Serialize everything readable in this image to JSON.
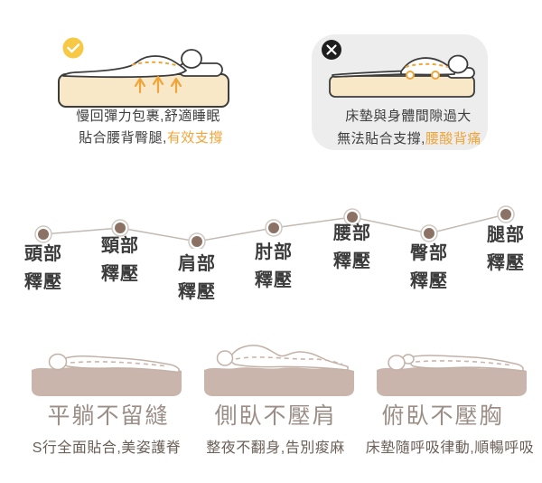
{
  "comparison": {
    "good": {
      "icon": "check-icon",
      "line1": "慢回彈力包裹,舒適睡眠",
      "line2_prefix": "貼合腰背臀腿,",
      "line2_highlight": "有效支撐"
    },
    "bad": {
      "icon": "cross-icon",
      "line1": "床墊與身體間隙過大",
      "line2_prefix": "無法貼合支撐,",
      "line2_highlight": "腰酸背痛"
    }
  },
  "pressure_points": [
    {
      "part": "頭部",
      "action": "釋壓"
    },
    {
      "part": "頸部",
      "action": "釋壓"
    },
    {
      "part": "肩部",
      "action": "釋壓"
    },
    {
      "part": "肘部",
      "action": "釋壓"
    },
    {
      "part": "腰部",
      "action": "釋壓"
    },
    {
      "part": "臀部",
      "action": "釋壓"
    },
    {
      "part": "腿部",
      "action": "釋壓"
    }
  ],
  "sleep_positions": [
    {
      "title": "平躺不留縫",
      "subtitle": "S行全面貼合,美姿護脊"
    },
    {
      "title": "側臥不壓肩",
      "subtitle": "整夜不翻身,告別痠麻"
    },
    {
      "title": "俯臥不壓胸",
      "subtitle": "床墊隨呼吸律動,順暢呼吸"
    }
  ],
  "colors": {
    "accent_orange": "#f0a53a",
    "check_yellow": "#f6c843",
    "cross_black": "#1e1e1e",
    "mattress_cream": "#f8e8c8",
    "mattress_taupe": "#c9b5ab",
    "dot_brown": "#8b7265",
    "line_gray": "#c2bab3",
    "title_gray": "#9b8e86",
    "subtitle_brown": "#6b6058",
    "text_dark": "#3e3e3e",
    "card_gray": "#ededed"
  }
}
